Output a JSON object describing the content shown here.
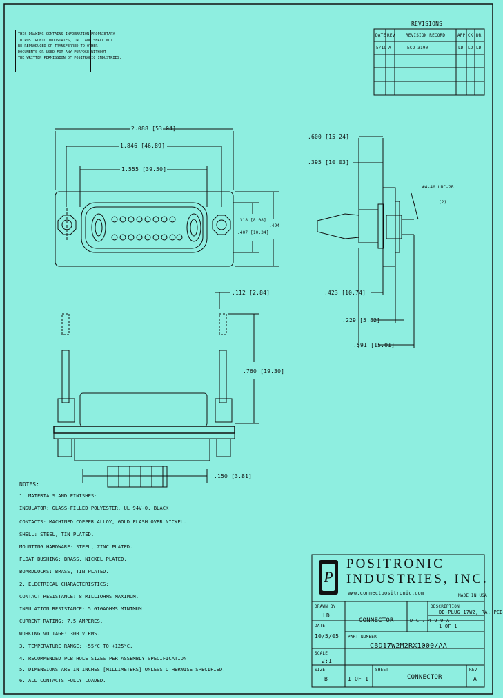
{
  "confidentiality_note": [
    "THIS DRAWING CONTAINS INFORMATION PROPRIETARY",
    "TO POSITRONIC INDUSTRIES, INC. AND SHALL NOT",
    "BE REPRODUCED OR TRANSFERRED TO OTHER",
    "DOCUMENTS OR USED FOR ANY PURPOSE WITHOUT",
    "THE WRITTEN PERMISSION OF POSITRONIC INDUSTRIES."
  ],
  "revisions": {
    "title": "REVISIONS",
    "headers": [
      "DATE",
      "REV",
      "REVISION RECORD",
      "APP",
      "CK",
      "DR"
    ],
    "rows": [
      [
        "5/19",
        "A",
        "ECO-3190",
        "LD",
        "LD",
        "LD"
      ],
      [
        "",
        "",
        "",
        "",
        "",
        ""
      ],
      [
        "",
        "",
        "",
        "",
        "",
        ""
      ],
      [
        "",
        "",
        "",
        "",
        "",
        ""
      ]
    ]
  },
  "front_view_dims": {
    "overall": "2.088 [53.04]",
    "mount_holes": "1.846 [46.89]",
    "contact_span": "1.555 [39.50]",
    "height_inner": ".318 [8.08]",
    "height_outer": ".494",
    "height_mid": ".407 [10.34]"
  },
  "side_view_dims": {
    "a": ".600 [15.24]",
    "b": ".395 [10.03]",
    "c": "#4-40 UNC-2B",
    "c2": "(2)",
    "d": ".423 [10.74]",
    "e": ".229 [5.82]",
    "f": ".591 [15.01]"
  },
  "bottom_view_dims": {
    "a": ".112 [2.84]",
    "b": ".760 [19.30]",
    "c": ".150 [3.81]"
  },
  "notes": {
    "title": "NOTES:",
    "lines": [
      "1. MATERIALS AND FINISHES:",
      "   INSULATOR: GLASS-FILLED POLYESTER, UL 94V-0, BLACK.",
      "   CONTACTS: MACHINED COPPER ALLOY, GOLD FLASH OVER NICKEL.",
      "   SHELL: STEEL, TIN PLATED.",
      "   MOUNTING HARDWARE: STEEL, ZINC PLATED.",
      "   FLOAT BUSHING: BRASS, NICKEL PLATED.",
      "   BOARDLOCKS: BRASS, TIN PLATED.",
      "2. ELECTRICAL CHARACTERISTICS:",
      "   CONTACT RESISTANCE: 8 MILLIOHMS MAXIMUM.",
      "   INSULATION RESISTANCE: 5 GIGAOHMS MINIMUM.",
      "   CURRENT RATING: 7.5 AMPERES.",
      "   WORKING VOLTAGE: 300 V RMS.",
      "3. TEMPERATURE RANGE: -55°C TO +125°C.",
      "4. RECOMMENDED PCB HOLE SIZES PER ASSEMBLY SPECIFICATION.",
      "5. DIMENSIONS ARE IN INCHES [MILLIMETERS] UNLESS OTHERWISE SPECIFIED.",
      "6. ALL CONTACTS FULLY LOADED."
    ]
  },
  "title_block": {
    "company_line1": "POSITRONIC",
    "company_line2": "INDUSTRIES, INC.",
    "website": "www.connectpositronic.com",
    "made_in": "MADE IN USA",
    "labels": {
      "drawn_by": "DRAWN BY",
      "date": "DATE",
      "scale": "SCALE",
      "size": "SIZE",
      "sheet": "SHEET",
      "part_number": "PART NUMBER",
      "description": "DESCRIPTION"
    },
    "drawn_by_value": "LD",
    "date_value": "10/5/05",
    "scale_value": "2:1",
    "title": "CONNECTOR",
    "size_value": "B",
    "doc_number": "D C 7 4 9 9 A",
    "description_line": "DD-PLUG 17W2, RA, PCB",
    "sheet_value": "1 OF 1",
    "part_number_value": "CBD17W2M2RX1000/AA",
    "rev_label": "REV",
    "rev_value": "A"
  }
}
